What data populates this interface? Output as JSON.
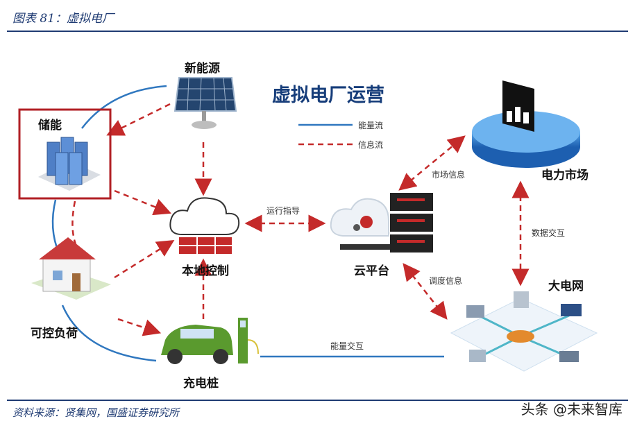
{
  "header": {
    "title": "图表 81：虚拟电厂"
  },
  "footer": {
    "source": "资料来源：贤集网，国盛证券研究所"
  },
  "watermark": "头条 @未来智库",
  "diagram": {
    "title": "虚拟电厂运营",
    "legend": {
      "energy_flow": "能量流",
      "info_flow": "信息流"
    },
    "nodes": {
      "new_energy": "新能源",
      "storage": "储能",
      "local_control": "本地控制",
      "cloud_platform": "云平台",
      "power_market": "电力市场",
      "controllable_load": "可控负荷",
      "charging_pile": "充电桩",
      "grid": "大电网"
    },
    "edge_labels": {
      "operation_guide": "运行指导",
      "market_info": "市场信息",
      "data_exchange": "数据交互",
      "dispatch_info": "调度信息",
      "energy_exchange": "能量交互"
    },
    "colors": {
      "energy": "#2f77bf",
      "info": "#c42a2a",
      "accent": "#1f3b73"
    }
  }
}
